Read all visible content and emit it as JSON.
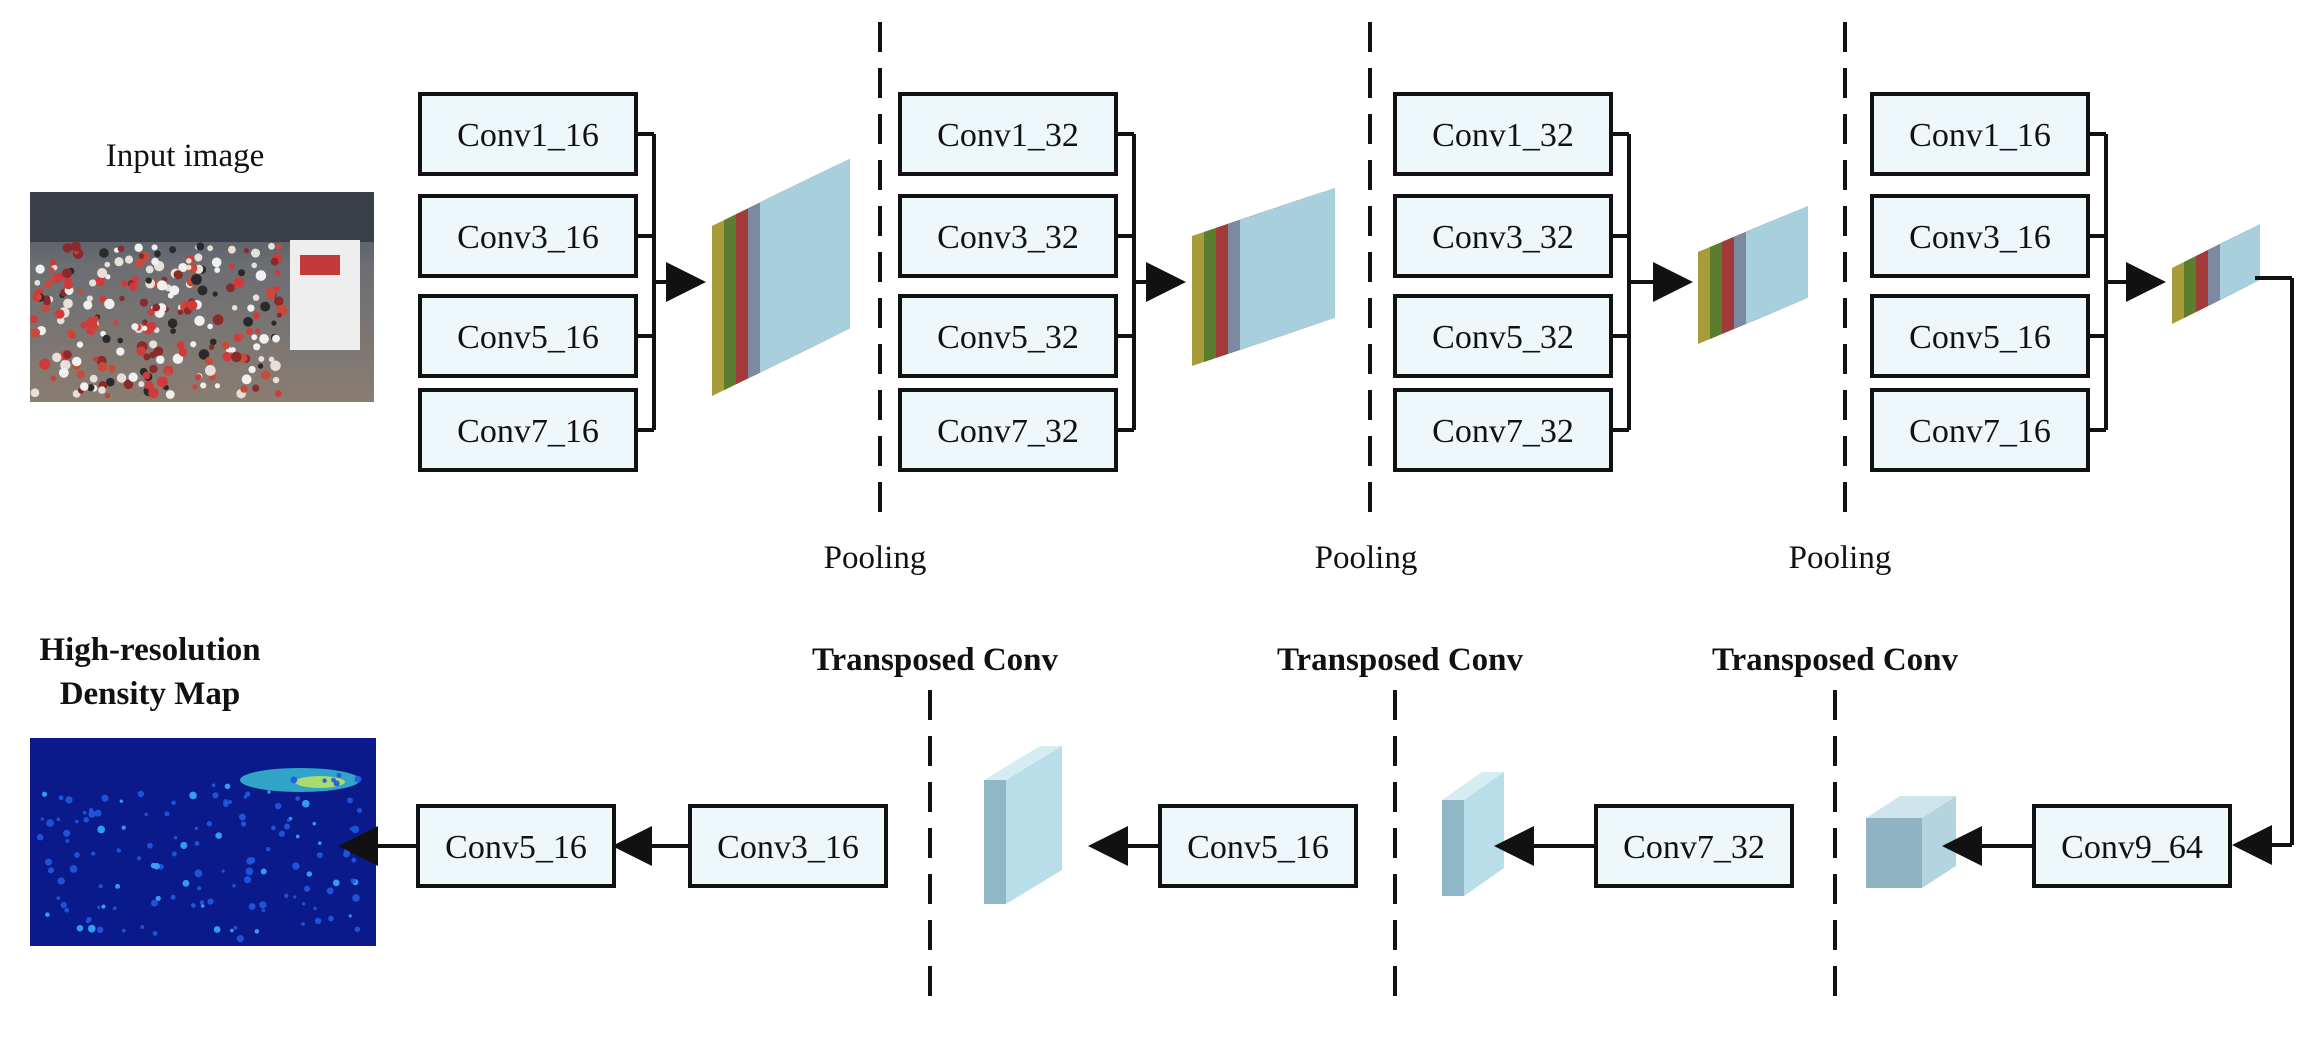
{
  "input": {
    "title": "Input image"
  },
  "output": {
    "title_line1": "High-resolution",
    "title_line2": "Density Map"
  },
  "columns": [
    {
      "layers": [
        "Conv1_16",
        "Conv3_16",
        "Conv5_16",
        "Conv7_16"
      ]
    },
    {
      "layers": [
        "Conv1_32",
        "Conv3_32",
        "Conv5_32",
        "Conv7_32"
      ]
    },
    {
      "layers": [
        "Conv1_32",
        "Conv3_32",
        "Conv5_32",
        "Conv7_32"
      ]
    },
    {
      "layers": [
        "Conv1_16",
        "Conv3_16",
        "Conv5_16",
        "Conv7_16"
      ]
    }
  ],
  "pooling_labels": [
    "Pooling",
    "Pooling",
    "Pooling"
  ],
  "decoder": {
    "boxes": [
      "Conv9_64",
      "Conv7_32",
      "Conv5_16",
      "Conv3_16",
      "Conv5_16"
    ],
    "transposed_labels": [
      "Transposed Conv",
      "Transposed Conv",
      "Transposed Conv"
    ]
  },
  "colors": {
    "box_fill": "#eef8fb",
    "box_stroke": "#111111",
    "feature_face": "#b9dde9",
    "feature_top": "#d6ecf3",
    "stack_layers": [
      "#a99a3a",
      "#5d7d2e",
      "#a23a3a",
      "#7b8aa0"
    ]
  }
}
